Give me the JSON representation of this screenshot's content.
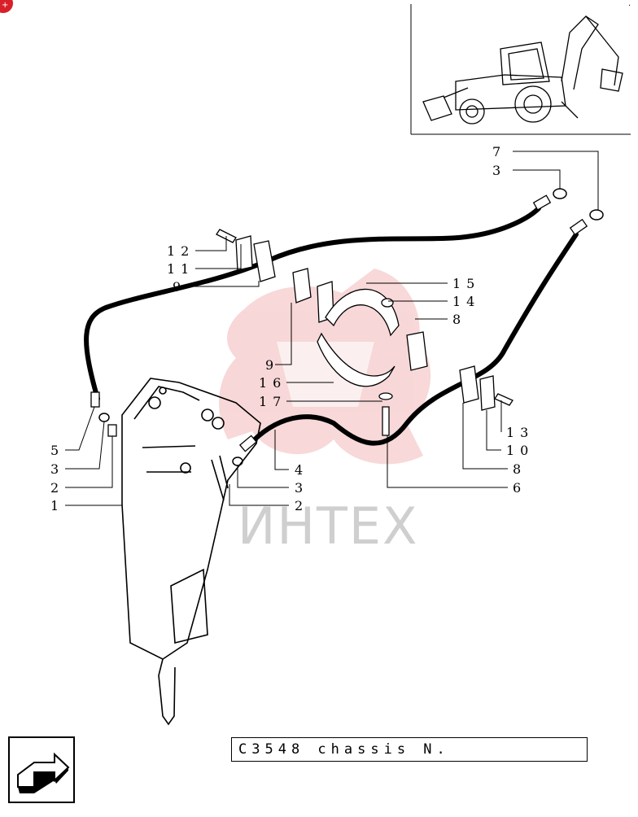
{
  "watermark": {
    "brand_text": "ИНТЕХ",
    "brand_color": "#e8a0a0"
  },
  "footer": {
    "chassis_label": "C3548 chassis N."
  },
  "navigation": {
    "icon": "return-arrow-icon"
  },
  "corner_badge": {
    "icon": "info-icon",
    "color": "#d8202a"
  },
  "callouts": {
    "c7": "7",
    "c3a": "3",
    "c12": "12",
    "c11": "11",
    "c9a": "9",
    "c15": "15",
    "c14": "14",
    "c8a": "8",
    "c9b": "9",
    "c16": "16",
    "c17": "17",
    "c5": "5",
    "c3b": "3",
    "c2a": "2",
    "c1": "1",
    "c13": "13",
    "c10": "10",
    "c8b": "8",
    "c6": "6",
    "c4": "4",
    "c3c": "3",
    "c2b": "2"
  }
}
